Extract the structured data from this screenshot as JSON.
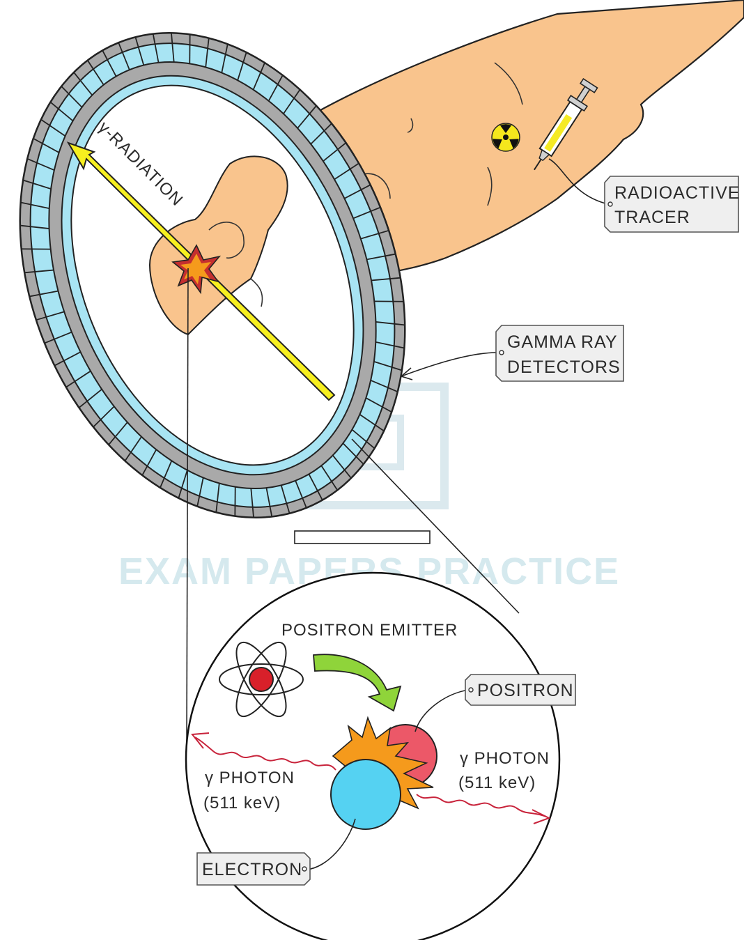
{
  "watermark": {
    "text": "EXAM PAPERS PRACTICE"
  },
  "labels": {
    "gamma_radiation": "γ-RADIATION",
    "radioactive_tracer": [
      "RADIOACTIVE",
      "TRACER"
    ],
    "gamma_ray_detectors": [
      "GAMMA RAY",
      "DETECTORS"
    ],
    "positron_emitter": "POSITRON EMITTER",
    "positron": "POSITRON",
    "electron": "ELECTRON",
    "photon_left": {
      "name": "γ PHOTON",
      "energy": "(511 keV)"
    },
    "photon_right": {
      "name": "γ PHOTON",
      "energy": "(511 keV)"
    }
  },
  "colors": {
    "skin": "#f9c48d",
    "detector_grey": "#a9a9a9",
    "detector_blue": "#a8e4f3",
    "ray_yellow": "#f7ef1f",
    "positron_red": "#ec5868",
    "electron_blue": "#55d2f2",
    "arrow_green": "#8fd43a",
    "photon_wave": "#c8233b",
    "tag_fill": "#efefef"
  }
}
